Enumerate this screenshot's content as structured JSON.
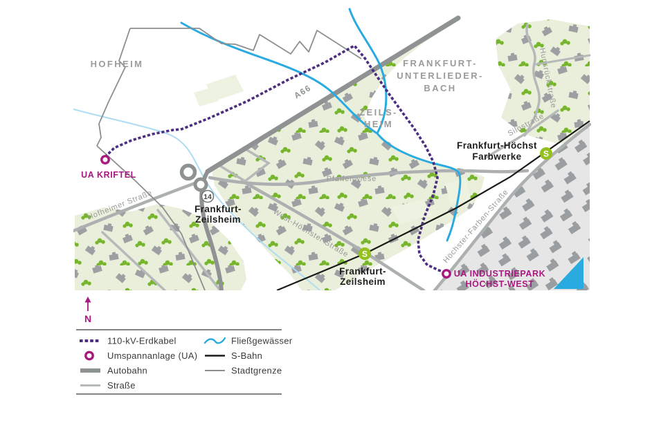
{
  "map": {
    "region_labels": {
      "hofheim": "HOFHEIM",
      "unterliederbach_line1": "FRANKFURT-",
      "unterliederbach_line2": "UNTERLIEDER-",
      "unterliederbach_line3": "BACH",
      "zeilsheim_line1": "ZEILS-",
      "zeilsheim_line2": "HEIM"
    },
    "street_labels": {
      "a66": "A66",
      "pfaffenwiese": "Pfaffenwiese",
      "west_hoechster": "West-Höchster Straße",
      "hofheimer": "Hofheimer Straße",
      "hunsrueck": "Hunsrückstraße",
      "silo": "Silostraße",
      "hoechster_farben": "Höchster-Farben-Straße"
    },
    "stations": {
      "farbwerke_line1": "Frankfurt-Höchst",
      "farbwerke_line2": "Farbwerke",
      "zeilsheim_s_line1": "Frankfurt-",
      "zeilsheim_s_line2": "Zeilsheim",
      "badge": "S"
    },
    "places": {
      "zeilsheim_line1": "Frankfurt-",
      "zeilsheim_line2": "Zeilsheim",
      "route_badge": "14"
    },
    "substations": {
      "kriftel": "UA KRIFTEL",
      "industriepark_line1": "UA INDUSTRIEPARK",
      "industriepark_line2": "HÖCHST-WEST"
    }
  },
  "compass": {
    "label": "N"
  },
  "legend": {
    "col1": [
      {
        "label": "110-kV-Erdkabel"
      },
      {
        "label": "Umspannanlage (UA)"
      },
      {
        "label": "Autobahn"
      },
      {
        "label": "Straße"
      }
    ],
    "col2": [
      {
        "label": "Fließgewässer"
      },
      {
        "label": "S-Bahn"
      },
      {
        "label": "Stadtgrenze"
      }
    ]
  },
  "colors": {
    "cable": "#4b2d81",
    "substation": "#a8187f",
    "autobahn": "#8e9293",
    "street": "#adb0b0",
    "water": "#29abe2",
    "sbahn_line": "#1a1a18",
    "city_border": "#8b8f90",
    "sbahn_badge": "#95c11f",
    "residential": "#e9efdb",
    "industrial": "#e5e6e5",
    "tree": "#77b62c",
    "building": "#9da0a2"
  }
}
